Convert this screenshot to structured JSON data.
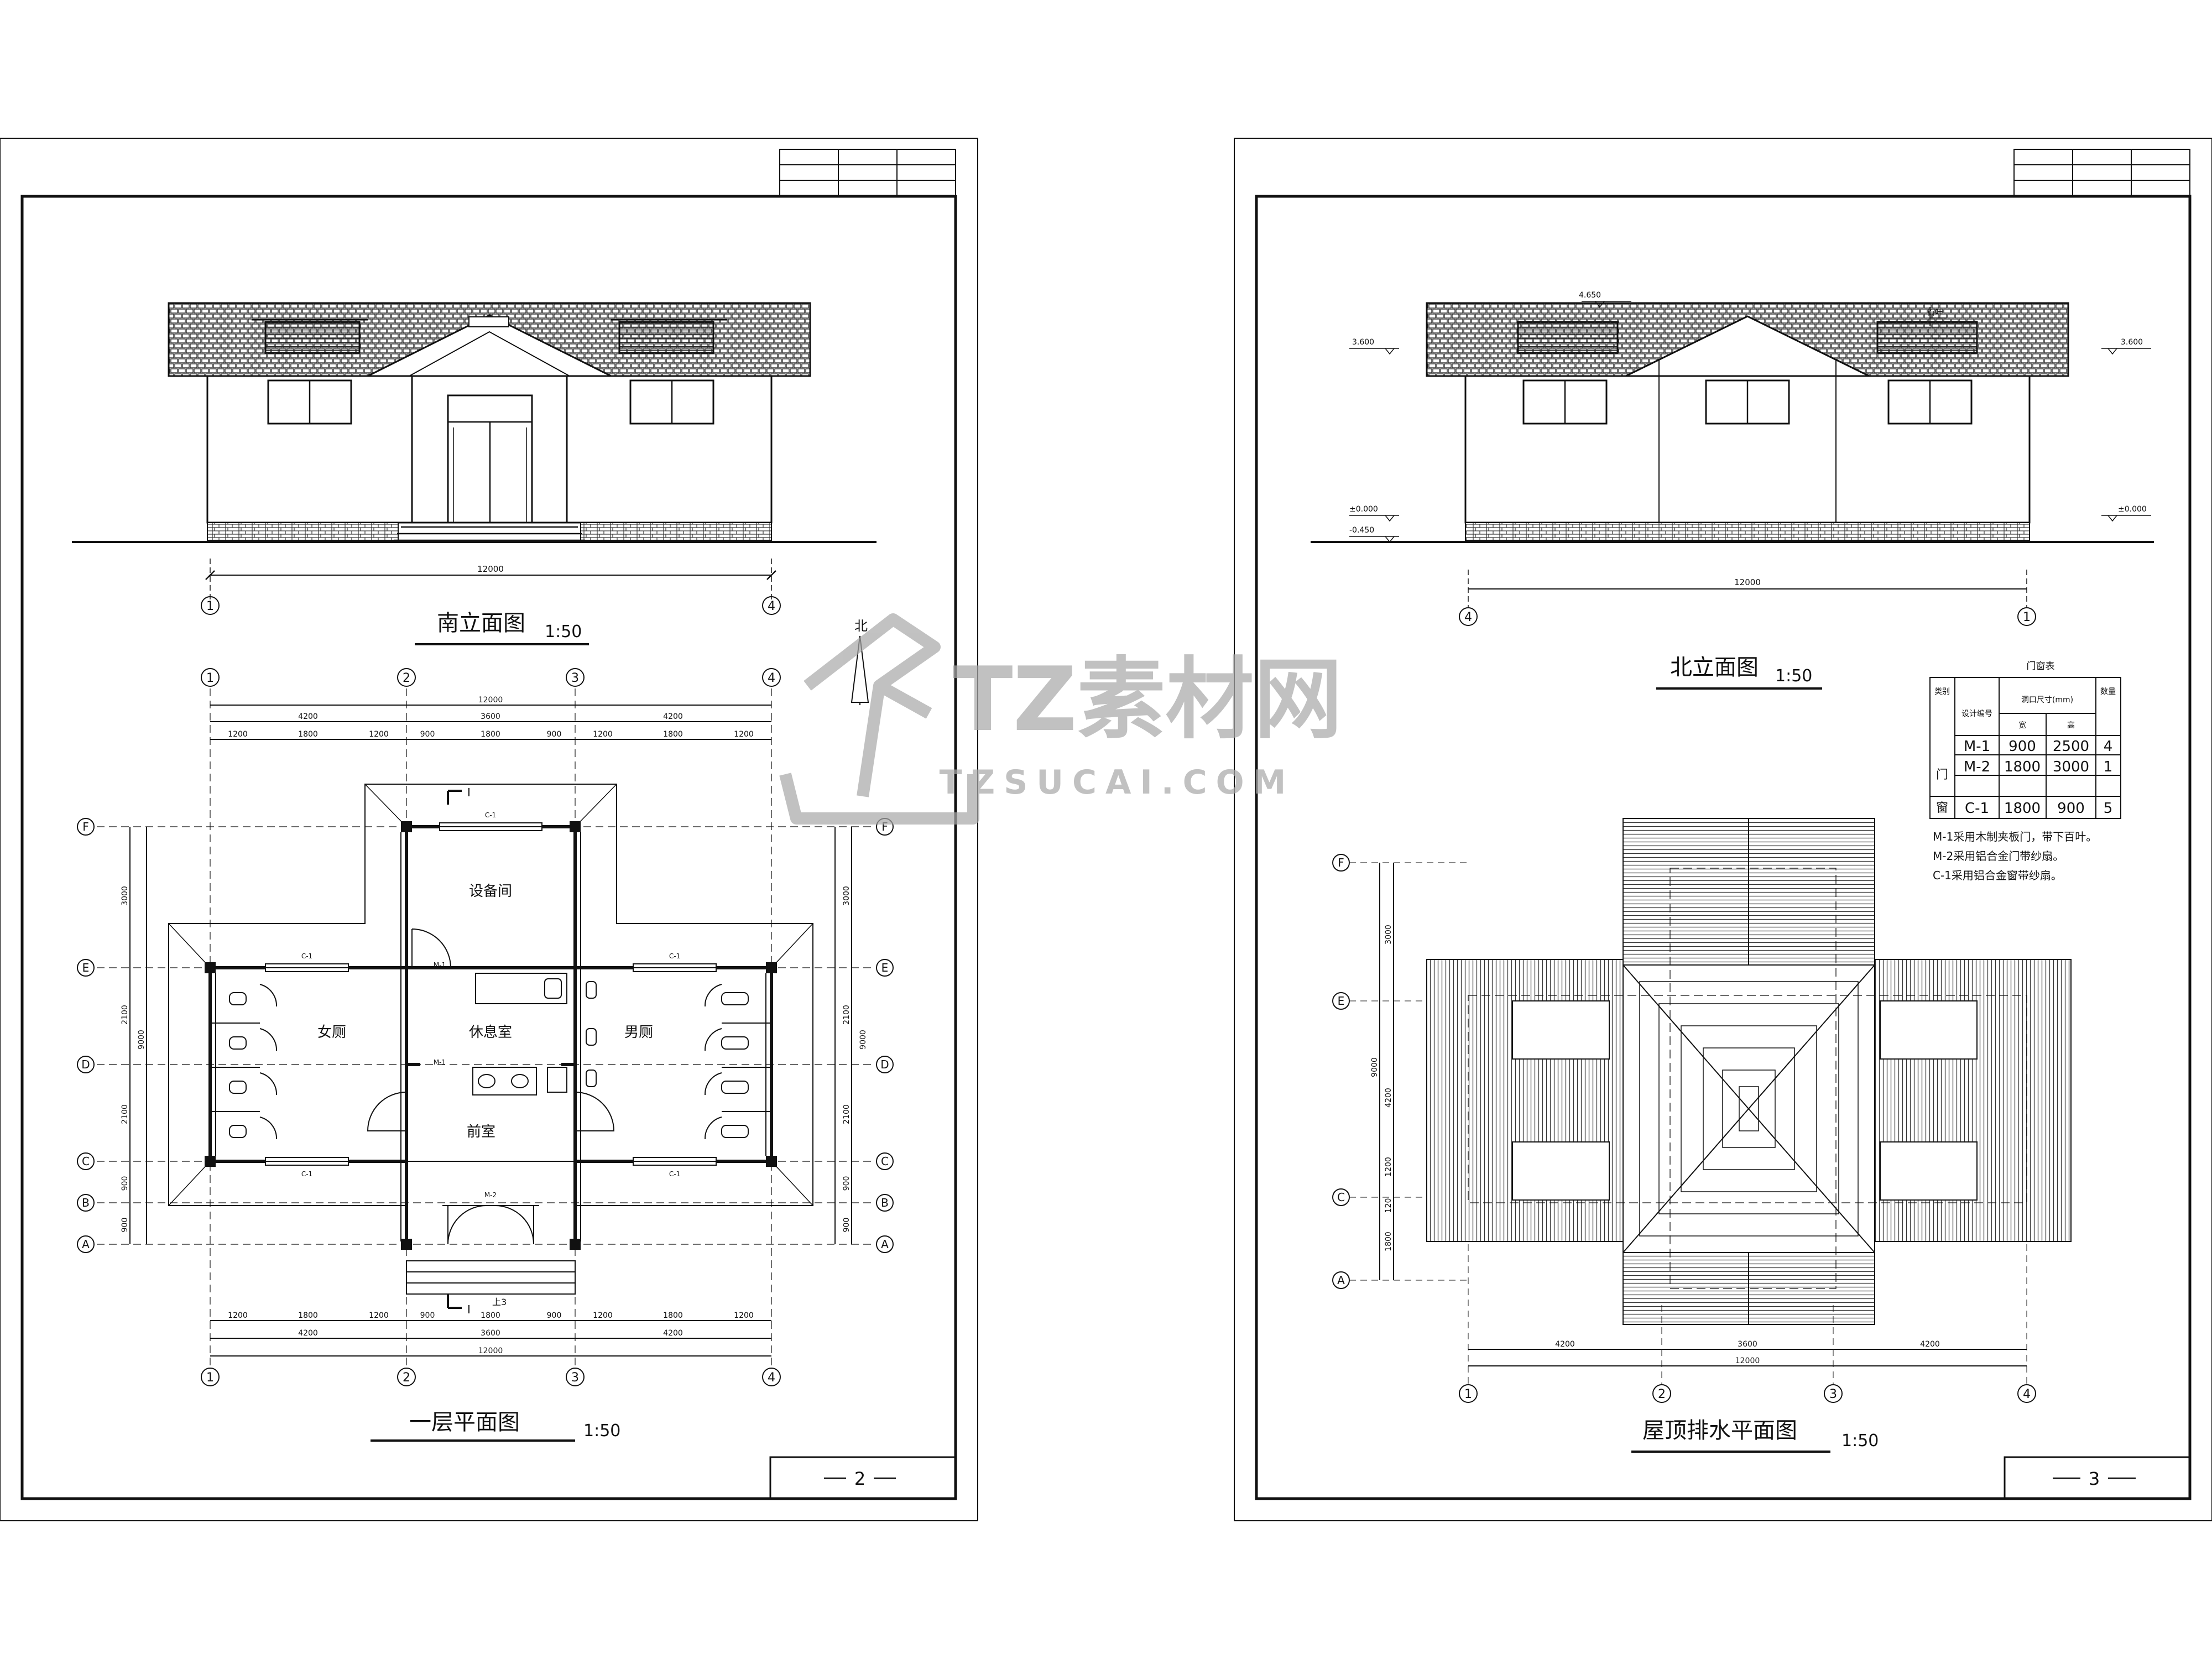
{
  "sheet_left": {
    "page_number": "2",
    "south_elevation": {
      "title": "南立面图",
      "scale": "1:50",
      "dim": "12000",
      "axis_left": "1",
      "axis_right": "4"
    },
    "plan": {
      "title": "一层平面图",
      "scale": "1:50",
      "north": "北",
      "axes_x": [
        "1",
        "2",
        "3",
        "4"
      ],
      "axes_y": [
        "F",
        "E",
        "D",
        "C",
        "B",
        "A"
      ],
      "dims_x_top": [
        "1200",
        "1800",
        "1200",
        "900",
        "1800",
        "900",
        "1200",
        "1800",
        "1200"
      ],
      "dims_x_mid": [
        "4200",
        "3600",
        "4200"
      ],
      "dim_total": "12000",
      "dims_y_left": [
        "3000",
        "2100",
        "2100",
        "900",
        "900"
      ],
      "dim_y_total": "9000",
      "rooms": {
        "equip": "设备间",
        "rest": "休息室",
        "women": "女厕",
        "men": "男厕",
        "front": "前室"
      },
      "labels": {
        "c1": "C-1",
        "m1": "M-1",
        "m2": "M-2",
        "section": "I",
        "step": "上3"
      }
    }
  },
  "sheet_right": {
    "page_number": "3",
    "north_elevation": {
      "title": "北立面图",
      "scale": "1:50",
      "dim": "12000",
      "axis_left": "4",
      "axis_right": "1",
      "levels": [
        "4.650",
        "3.600",
        "3.600",
        "±0.000",
        "-0.450",
        "±0.000"
      ],
      "louver": "百叶"
    },
    "schedule": {
      "title": "门窗表",
      "col_type": "类别",
      "col_code": "设计编号",
      "col_size": "洞口尺寸(mm)",
      "col_w": "宽",
      "col_h": "高",
      "col_qty": "数量",
      "group_door": "门",
      "group_window": "窗",
      "rows": [
        {
          "code": "M-1",
          "w": "900",
          "h": "2500",
          "qty": "4"
        },
        {
          "code": "M-2",
          "w": "1800",
          "h": "3000",
          "qty": "1"
        },
        {
          "code": "C-1",
          "w": "1800",
          "h": "900",
          "qty": "5"
        }
      ],
      "notes": [
        "M-1采用木制夹板门，带下百叶。",
        "M-2采用铝合金门带纱扇。",
        "C-1采用铝合金窗带纱扇。"
      ]
    },
    "roof_plan": {
      "title": "屋顶排水平面图",
      "scale": "1:50",
      "dims_x": [
        "4200",
        "3600",
        "4200"
      ],
      "dim_total": "12000",
      "dims_y": [
        "3000",
        "4200",
        "1200",
        "120",
        "1800"
      ],
      "dim_y_total": "9000"
    }
  },
  "watermark": {
    "brand": "TZ素材网",
    "url": "TZSUCAI.COM"
  },
  "colors": {
    "line": "#111111",
    "watermark": "#a8a8a8"
  }
}
